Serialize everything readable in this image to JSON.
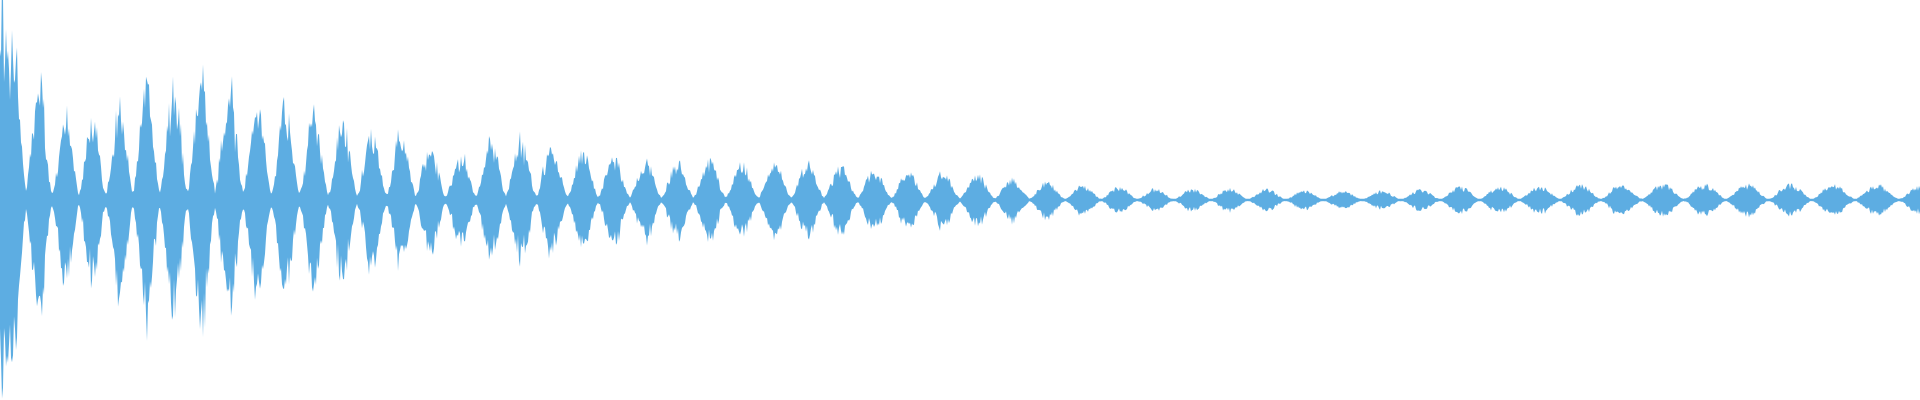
{
  "waveform": {
    "color": "#5dade2",
    "background": "#ffffff",
    "envelope_peaks": [
      0.92,
      0.4,
      0.35,
      0.55,
      0.58,
      0.45,
      0.4,
      0.33,
      0.3,
      0.2,
      0.28,
      0.24,
      0.2,
      0.17,
      0.18,
      0.16,
      0.17,
      0.14,
      0.13,
      0.12,
      0.1,
      0.07,
      0.06,
      0.05,
      0.05,
      0.05,
      0.04,
      0.04,
      0.045,
      0.06,
      0.06,
      0.065,
      0.07,
      0.07,
      0.07,
      0.07,
      0.07,
      0.07,
      0.065
    ]
  }
}
